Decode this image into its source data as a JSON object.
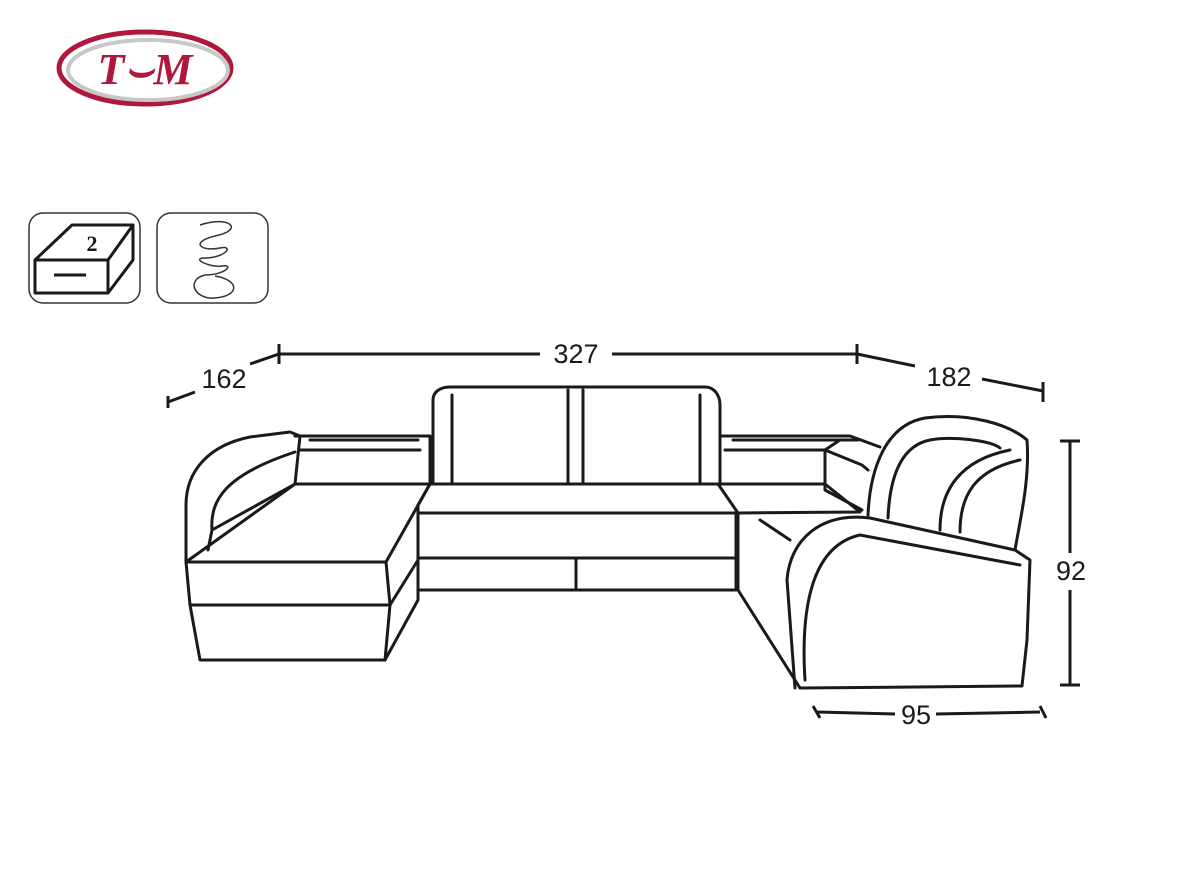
{
  "logo": {
    "text": "TM",
    "brand_color": "#b0173d",
    "ring_color": "#c8c8c8"
  },
  "features": [
    {
      "icon": "box-drawer-icon",
      "label": "2"
    },
    {
      "icon": "spring-icon"
    }
  ],
  "dimensions": {
    "left_depth": "162",
    "total_width": "327",
    "right_depth": "182",
    "height": "92",
    "armchair_width": "95"
  }
}
